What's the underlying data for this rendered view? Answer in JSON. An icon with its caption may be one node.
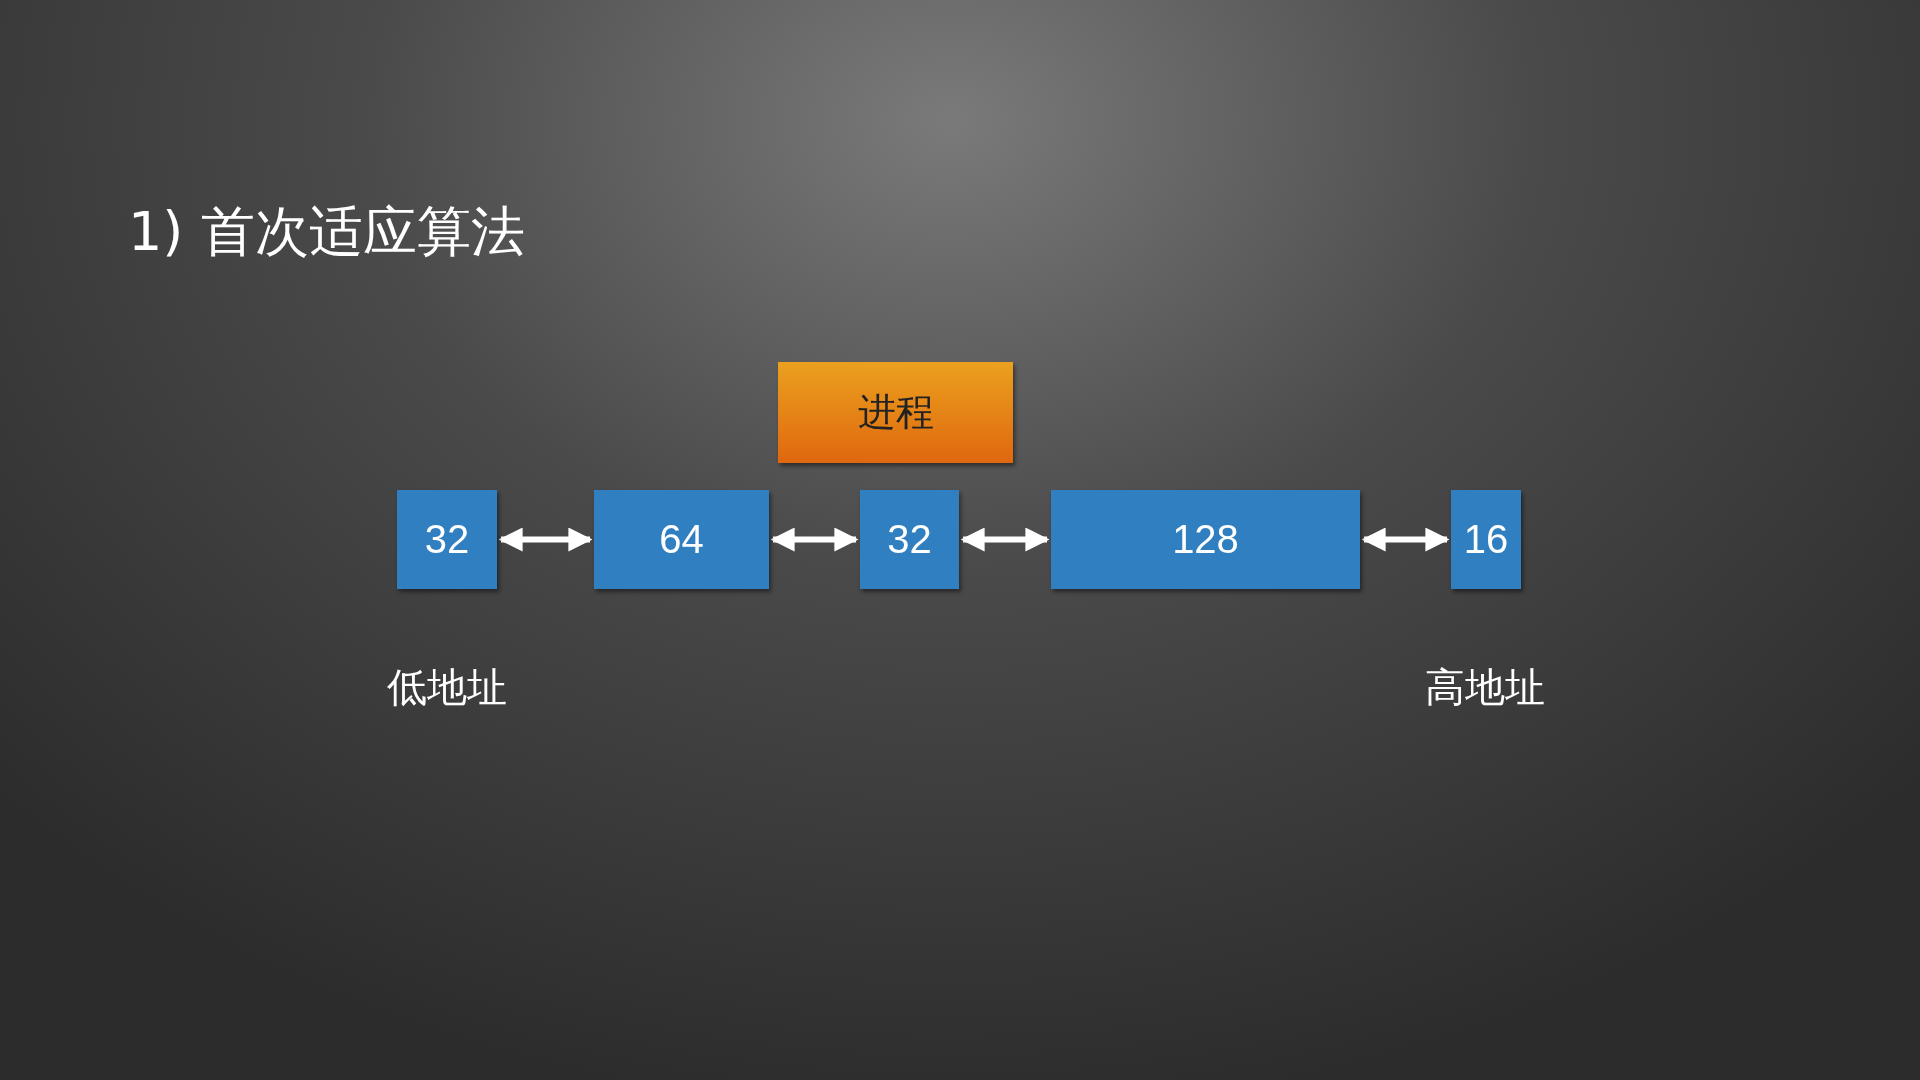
{
  "diagram": {
    "title": "1) 首次适应算法",
    "nodes": [
      {
        "text": [
          "进程"
        ]
      },
      {
        "text": [
          "32"
        ]
      },
      {
        "text": [
          "64"
        ]
      },
      {
        "text": [
          "32"
        ]
      },
      {
        "text": [
          "128"
        ]
      },
      {
        "text": [
          "16"
        ]
      }
    ],
    "edges": [
      {
        "from": 1,
        "to": 2,
        "arrow": "both"
      },
      {
        "from": 2,
        "to": 3,
        "arrow": "both"
      },
      {
        "from": 3,
        "to": 4,
        "arrow": "both"
      },
      {
        "from": 4,
        "to": 5,
        "arrow": "both"
      }
    ],
    "labels": [
      "低地址",
      "高地址"
    ]
  }
}
